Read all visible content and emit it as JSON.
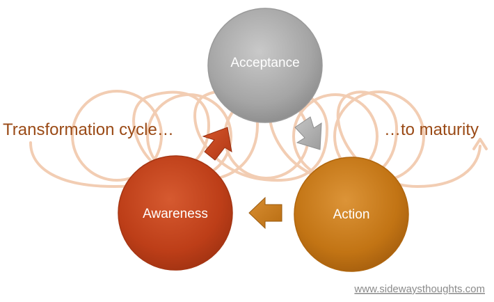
{
  "diagram": {
    "left_caption": "Transformation cycle…",
    "right_caption": "…to maturity",
    "nodes": [
      {
        "id": "acceptance",
        "label": "Acceptance",
        "color": "#a9a9a9"
      },
      {
        "id": "action",
        "label": "Action",
        "color": "#c87a1a"
      },
      {
        "id": "awareness",
        "label": "Awareness",
        "color": "#c0401c"
      }
    ],
    "flow": [
      "acceptance",
      "action",
      "awareness",
      "acceptance"
    ],
    "loop_color": "#f2cdb3",
    "arrow_colors": {
      "acceptance_to_action": "#a9a9a9",
      "action_to_awareness": "#c87a1a",
      "awareness_to_acceptance": "#c0401c"
    },
    "footer_link": "www.sidewaysthoughts.com"
  }
}
